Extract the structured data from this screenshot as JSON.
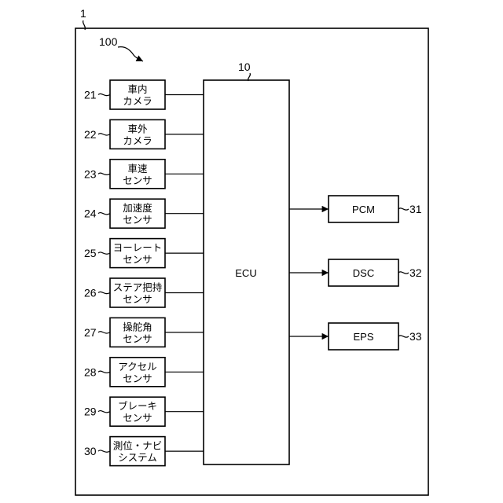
{
  "figure": {
    "system_ref": "1",
    "vehicle_ref": "100"
  },
  "ecu": {
    "ref": "10",
    "label": "ECU"
  },
  "sensors": [
    {
      "ref": "21",
      "lines": [
        "車内",
        "カメラ"
      ]
    },
    {
      "ref": "22",
      "lines": [
        "車外",
        "カメラ"
      ]
    },
    {
      "ref": "23",
      "lines": [
        "車速",
        "センサ"
      ]
    },
    {
      "ref": "24",
      "lines": [
        "加速度",
        "センサ"
      ]
    },
    {
      "ref": "25",
      "lines": [
        "ヨーレート",
        "センサ"
      ]
    },
    {
      "ref": "26",
      "lines": [
        "ステア把持",
        "センサ"
      ]
    },
    {
      "ref": "27",
      "lines": [
        "操舵角",
        "センサ"
      ]
    },
    {
      "ref": "28",
      "lines": [
        "アクセル",
        "センサ"
      ]
    },
    {
      "ref": "29",
      "lines": [
        "ブレーキ",
        "センサ"
      ]
    },
    {
      "ref": "30",
      "lines": [
        "測位・ナビ",
        "システム"
      ]
    }
  ],
  "outputs": [
    {
      "ref": "31",
      "label": "PCM"
    },
    {
      "ref": "32",
      "label": "DSC"
    },
    {
      "ref": "33",
      "label": "EPS"
    }
  ]
}
